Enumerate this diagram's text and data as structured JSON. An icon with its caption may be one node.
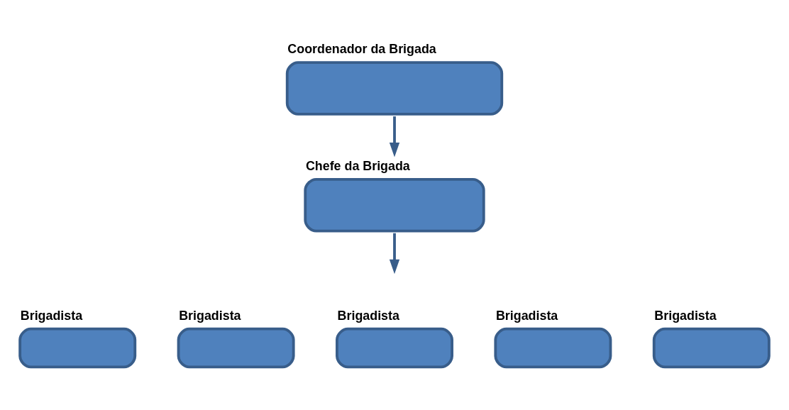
{
  "diagram": {
    "nodes": [
      {
        "text": [
          "Coordenador da Brigada"
        ]
      },
      {
        "text": [
          "Chefe da Brigada"
        ]
      },
      {
        "text": [
          "Brigadista"
        ]
      },
      {
        "text": [
          "Brigadista"
        ]
      },
      {
        "text": [
          "Brigadista"
        ]
      },
      {
        "text": [
          "Brigadista"
        ]
      },
      {
        "text": [
          "Brigadista"
        ]
      }
    ],
    "edges": [
      {
        "from": 0,
        "to": 1,
        "arrow": "to"
      },
      {
        "from": 1,
        "to": null,
        "arrow": "to"
      }
    ]
  }
}
